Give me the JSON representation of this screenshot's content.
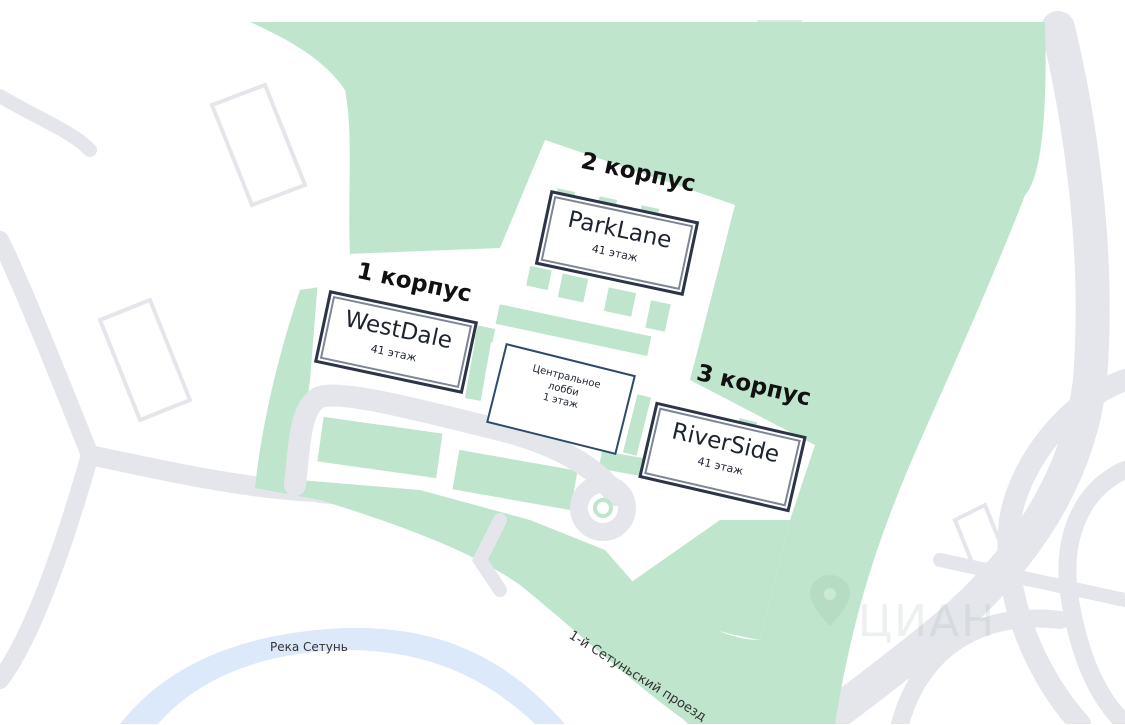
{
  "map": {
    "colors": {
      "background": "#ffffff",
      "park": "#bfe5cd",
      "road": "#e4e6eb",
      "river": "#dce9fb",
      "building_border": "#2c3447"
    },
    "buildings": [
      {
        "korpus": "1 корпус",
        "name": "WestDale",
        "floors": "41 этаж"
      },
      {
        "korpus": "2 корпус",
        "name": "ParkLane",
        "floors": "41 этаж"
      },
      {
        "korpus": "3 корпус",
        "name": "RiverSide",
        "floors": "41 этаж"
      }
    ],
    "lobby": {
      "line1": "Центральное",
      "line2": "лобби",
      "line3": "1 этаж"
    },
    "labels": {
      "river": "Река Сетунь",
      "street": "1-й Сетуньский проезд"
    },
    "watermark": {
      "icon": "location-pin-icon",
      "text": "ЦИАН"
    }
  }
}
